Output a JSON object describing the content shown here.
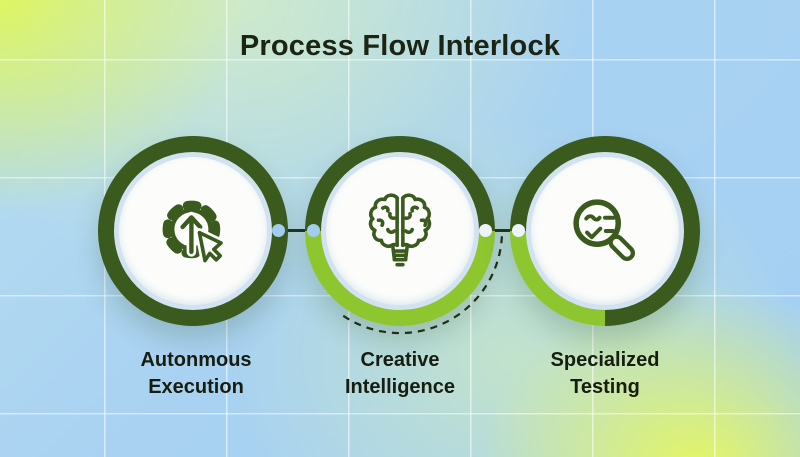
{
  "title": "Process Flow Interlock",
  "steps": [
    {
      "id": "autonomous-execution",
      "icon": "gear-click-icon",
      "lines": [
        "Autonmous",
        "Execution"
      ]
    },
    {
      "id": "creative-intelligence",
      "icon": "brain-bulb-icon",
      "lines": [
        "Creative",
        "Intelligence"
      ]
    },
    {
      "id": "specialized-testing",
      "icon": "search-check-icon",
      "lines": [
        "Specialized",
        "Testing"
      ]
    }
  ],
  "colors": {
    "ring_dark_green": "#3a5a1e",
    "ring_lime": "#8dc62f",
    "inner_circle": "#fcfdfb",
    "inner_border": "#d2e2f1",
    "title_text": "#1c2414",
    "label_text": "#171d10",
    "connector_line": "#26331a",
    "dot_blue": "#a2cdef",
    "dot_light": "#ecf3fa",
    "dashed_arc": "#1f2a16",
    "bg_blue": "#a9d2f2",
    "bg_yellow_green": "#e4f94a",
    "bg_pale_green": "#d3edc4",
    "grid_line": "rgba(255,255,255,0.55)"
  }
}
